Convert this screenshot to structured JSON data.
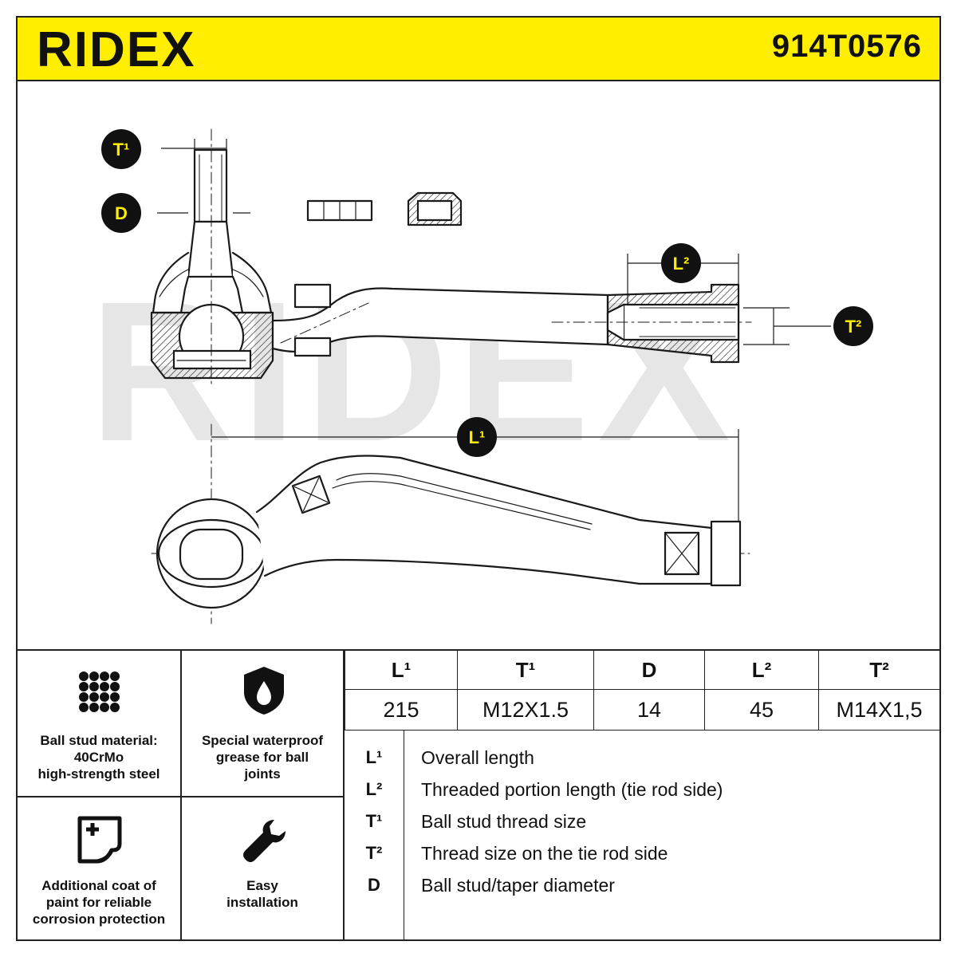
{
  "header": {
    "brand": "RIDEX",
    "part_number": "914T0576"
  },
  "drawing": {
    "watermark": "RIDEX",
    "callouts": {
      "t1": "T¹",
      "d": "D",
      "l2": "L²",
      "t2": "T²",
      "l1": "L¹"
    }
  },
  "features": [
    {
      "icon": "steel-grid-icon",
      "text_lines": [
        "Ball stud material:",
        "40CrMo",
        "high-strength steel"
      ]
    },
    {
      "icon": "grease-drop-icon",
      "text_lines": [
        "Special waterproof",
        "grease for ball",
        "joints"
      ]
    },
    {
      "icon": "paint-coat-icon",
      "text_lines": [
        "Additional coat of",
        "paint for reliable",
        "corrosion protection"
      ]
    },
    {
      "icon": "wrench-icon",
      "text_lines": [
        "Easy",
        "installation"
      ]
    }
  ],
  "spec_table": {
    "headers": [
      "L¹",
      "T¹",
      "D",
      "L²",
      "T²"
    ],
    "values": [
      "215",
      "M12X1.5",
      "14",
      "45",
      "M14X1,5"
    ]
  },
  "legend": [
    {
      "symbol": "L¹",
      "description": "Overall length"
    },
    {
      "symbol": "L²",
      "description": "Threaded portion length (tie rod side)"
    },
    {
      "symbol": "T¹",
      "description": "Ball stud thread size"
    },
    {
      "symbol": "T²",
      "description": "Thread size on the tie rod side"
    },
    {
      "symbol": "D",
      "description": "Ball stud/taper diameter"
    }
  ],
  "colors": {
    "header_bg": "#ffee00",
    "line": "#222222",
    "watermark": "#e6e6e6"
  }
}
